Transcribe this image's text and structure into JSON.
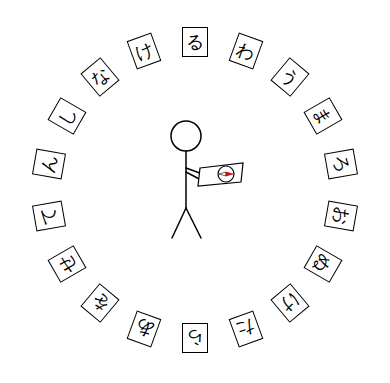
{
  "diagram": {
    "nodes": [
      {
        "text": [
          "る"
        ]
      },
      {
        "text": [
          "わ"
        ]
      },
      {
        "text": [
          "う"
        ]
      },
      {
        "text": [
          "ま"
        ]
      },
      {
        "text": [
          "ろ"
        ]
      },
      {
        "text": [
          "お"
        ]
      },
      {
        "text": [
          "ぬ"
        ]
      },
      {
        "text": [
          "け"
        ]
      },
      {
        "text": [
          "た"
        ]
      },
      {
        "text": [
          "ら"
        ]
      },
      {
        "text": [
          "あ"
        ]
      },
      {
        "text": [
          "を"
        ]
      },
      {
        "text": [
          "せ"
        ]
      },
      {
        "text": [
          "て"
        ]
      },
      {
        "text": [
          "ん"
        ]
      },
      {
        "text": [
          "し"
        ]
      },
      {
        "text": [
          "な"
        ]
      },
      {
        "text": [
          "け"
        ]
      }
    ]
  }
}
